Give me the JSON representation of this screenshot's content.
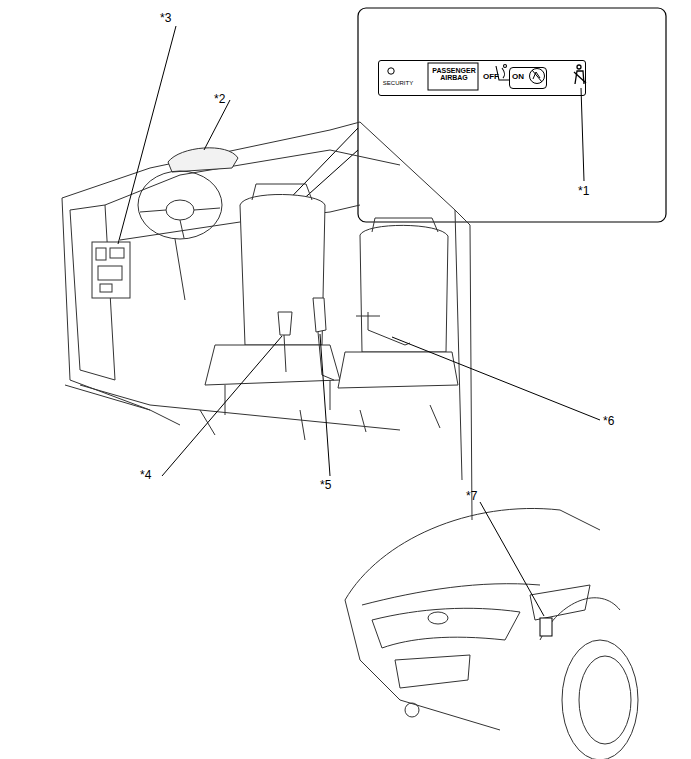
{
  "diagram": {
    "nodes": [
      {
        "text": [
          "SECURITY",
          "PASSENGER AIRBAG",
          "OFF"
        ]
      },
      {
        "text": [
          "ON"
        ],
        "in": 0
      }
    ],
    "labels": [
      "*1",
      "*2",
      "*3",
      "*4",
      "*5",
      "*6",
      "*7"
    ]
  }
}
